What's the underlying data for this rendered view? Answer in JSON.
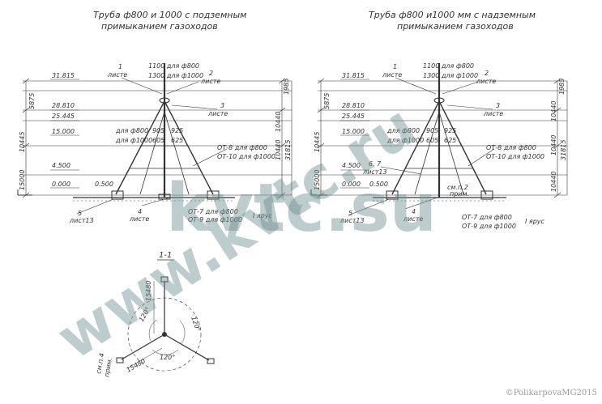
{
  "left": {
    "title1": "Труба ф800 и 1000 с подземным",
    "title2": "примыканием газоходов",
    "elevations": [
      "31.815",
      "28.810",
      "25.445",
      "15.000",
      "4.500",
      "0.000",
      "0.500"
    ],
    "dims_left": [
      "5875",
      "10445",
      "15000"
    ],
    "dims_right": [
      "1985",
      "10440",
      "10440",
      "31815"
    ],
    "top_note1": "1100  для ф800",
    "top_note2": "1300  для ф1000",
    "c1": "1",
    "c1s": "листе",
    "c2": "2",
    "c2s": "листе",
    "c3": "3",
    "c3s": "листе",
    "c4": "4",
    "c4s": "листе",
    "c5": "5",
    "c5s": "лист13",
    "mid1": "для ф800",
    "mid2": "для ф1000",
    "mid_a": "905",
    "mid_b": "605",
    "mid_c": "925",
    "mid_d": "625",
    "ot1": "ОТ-8  для ф800",
    "ot2": "ОТ-10  для ф1000",
    "ot3": "ОТ-7  для ф800",
    "ot4": "ОТ-9  для ф1000",
    "tier": "I ярус"
  },
  "right": {
    "title1": "Труба ф800 и1000 мм  с надземным",
    "title2": "примыканием газоходов",
    "elevations": [
      "31.815",
      "28.810",
      "25.445",
      "15.000",
      "4.500",
      "0.000",
      "0.500"
    ],
    "dims_left": [
      "5875",
      "10445",
      "15000"
    ],
    "dims_right": [
      "1985",
      "10440",
      "10440",
      "10440",
      "31815"
    ],
    "top_note1": "1100  для ф800",
    "top_note2": "1300  для ф1000",
    "c1": "1",
    "c1s": "листе",
    "c2": "2",
    "c2s": "листе",
    "c3": "3",
    "c3s": "листе",
    "c4": "4",
    "c4s": "листе",
    "c5": "5",
    "c5s": "лист13",
    "c67": "6, 7",
    "c67s": "лист13",
    "mid1": "для ф800",
    "mid2": "для ф1000",
    "mid_a": "905",
    "mid_b": "605",
    "mid_c": "925",
    "mid_d": "625",
    "ot1": "ОТ-8  для ф800",
    "ot2": "ОТ-10  для ф1000",
    "ot3": "ОТ-7 для ф800",
    "ot4": "ОТ-9  для ф1000",
    "tier": "I ярус",
    "note": "см.п.2",
    "note2": "прим."
  },
  "section": {
    "label": "1-1",
    "dim1": "15480",
    "dim2": "15480",
    "ang1": "120°",
    "ang2": "120°",
    "ang3": "120°",
    "note": "см.п.4",
    "note2": "прим."
  },
  "watermark": {
    "big": "kvtc.su",
    "diag": "www.kvtc.ru"
  },
  "copyright": "©PolikarpovaMG2015"
}
